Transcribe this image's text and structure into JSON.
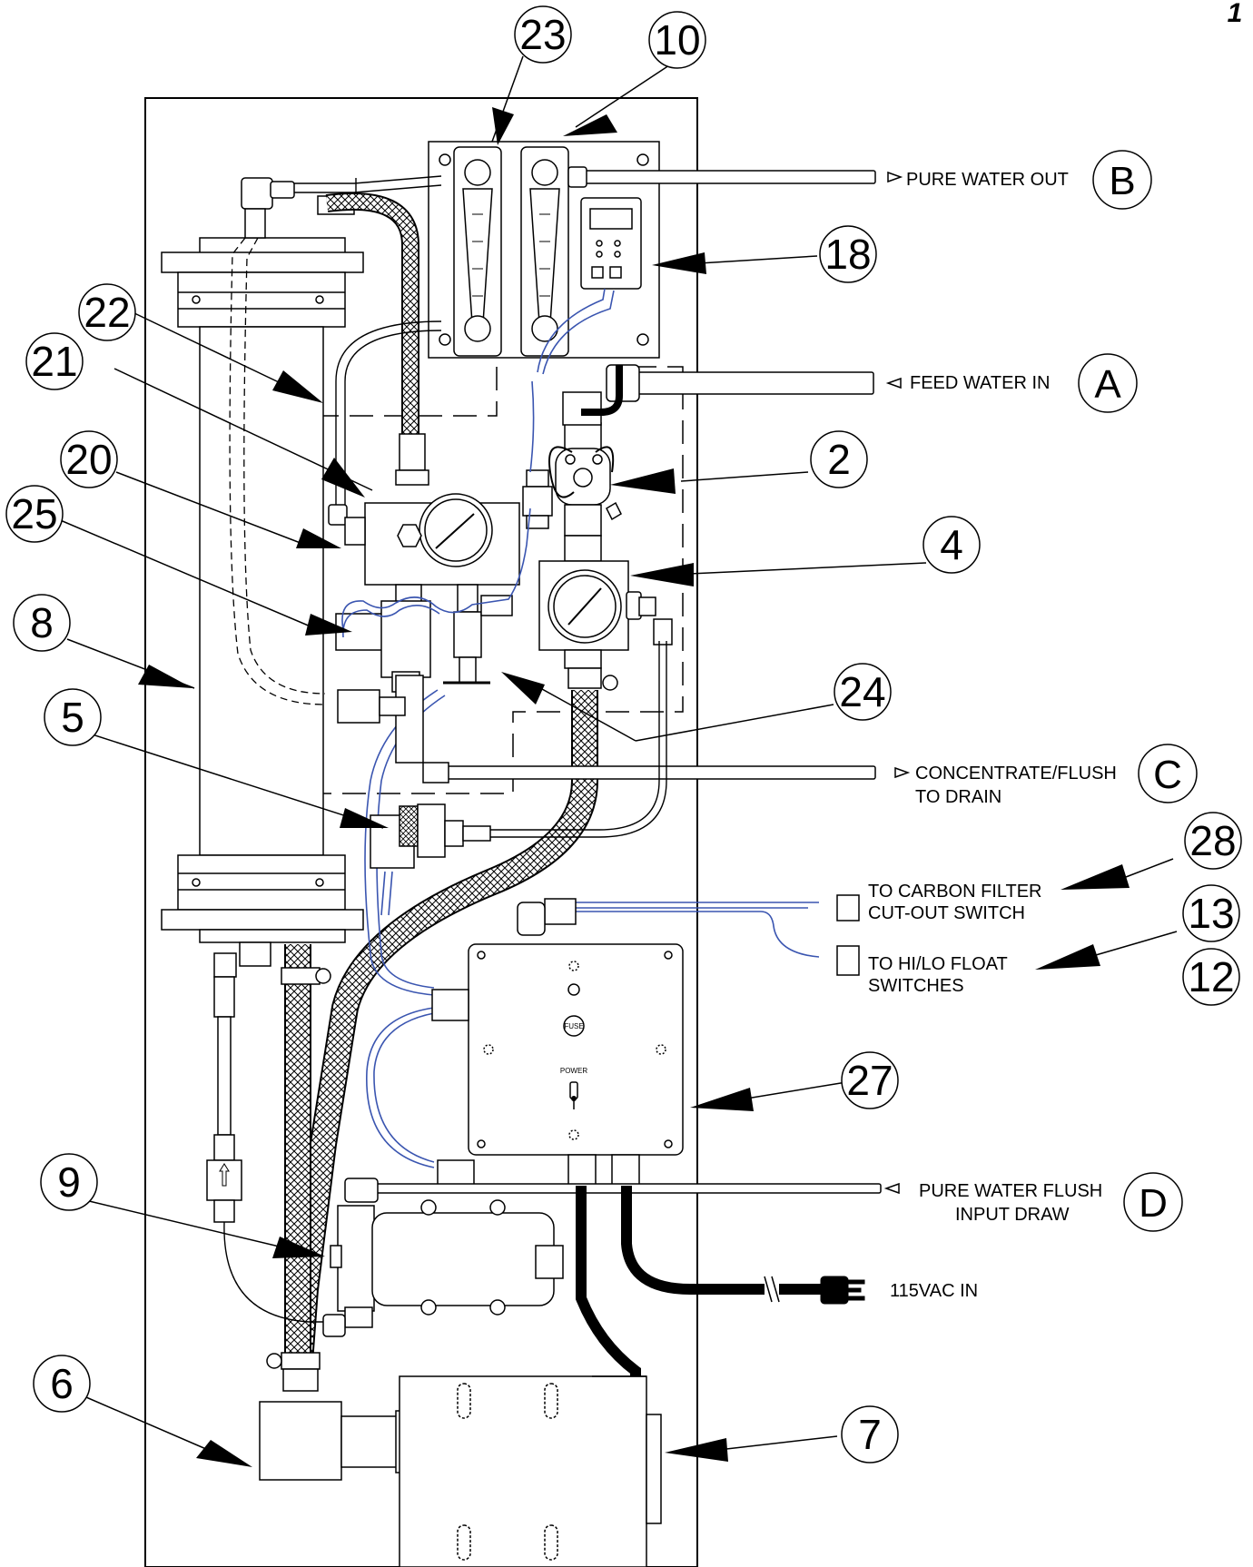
{
  "page_marker": "1",
  "callouts": {
    "c23": "23",
    "c10": "10",
    "c18": "18",
    "c22": "22",
    "c21": "21",
    "c2": "2",
    "c20": "20",
    "c25": "25",
    "c4": "4",
    "c8": "8",
    "c24": "24",
    "c5": "5",
    "c28": "28",
    "c13": "13",
    "c12": "12",
    "c27": "27",
    "c9": "9",
    "c6": "6",
    "c7": "7"
  },
  "ports": {
    "b": {
      "letter": "B",
      "label": "PURE WATER OUT"
    },
    "a": {
      "letter": "A",
      "label": "FEED WATER IN"
    },
    "c": {
      "letter": "C",
      "line1": "CONCENTRATE/FLUSH",
      "line2": "TO DRAIN"
    },
    "d": {
      "letter": "D",
      "line1": "PURE WATER FLUSH",
      "line2": "INPUT DRAW"
    }
  },
  "wiring": {
    "carbon_line1": "TO CARBON FILTER",
    "carbon_line2": "CUT-OUT SWITCH",
    "float_line1": "TO HI/LO FLOAT",
    "float_line2": "SWITCHES",
    "power_in": "115VAC IN"
  },
  "control_box": {
    "fuse_label": "FUSE",
    "power_label": "POWER"
  }
}
